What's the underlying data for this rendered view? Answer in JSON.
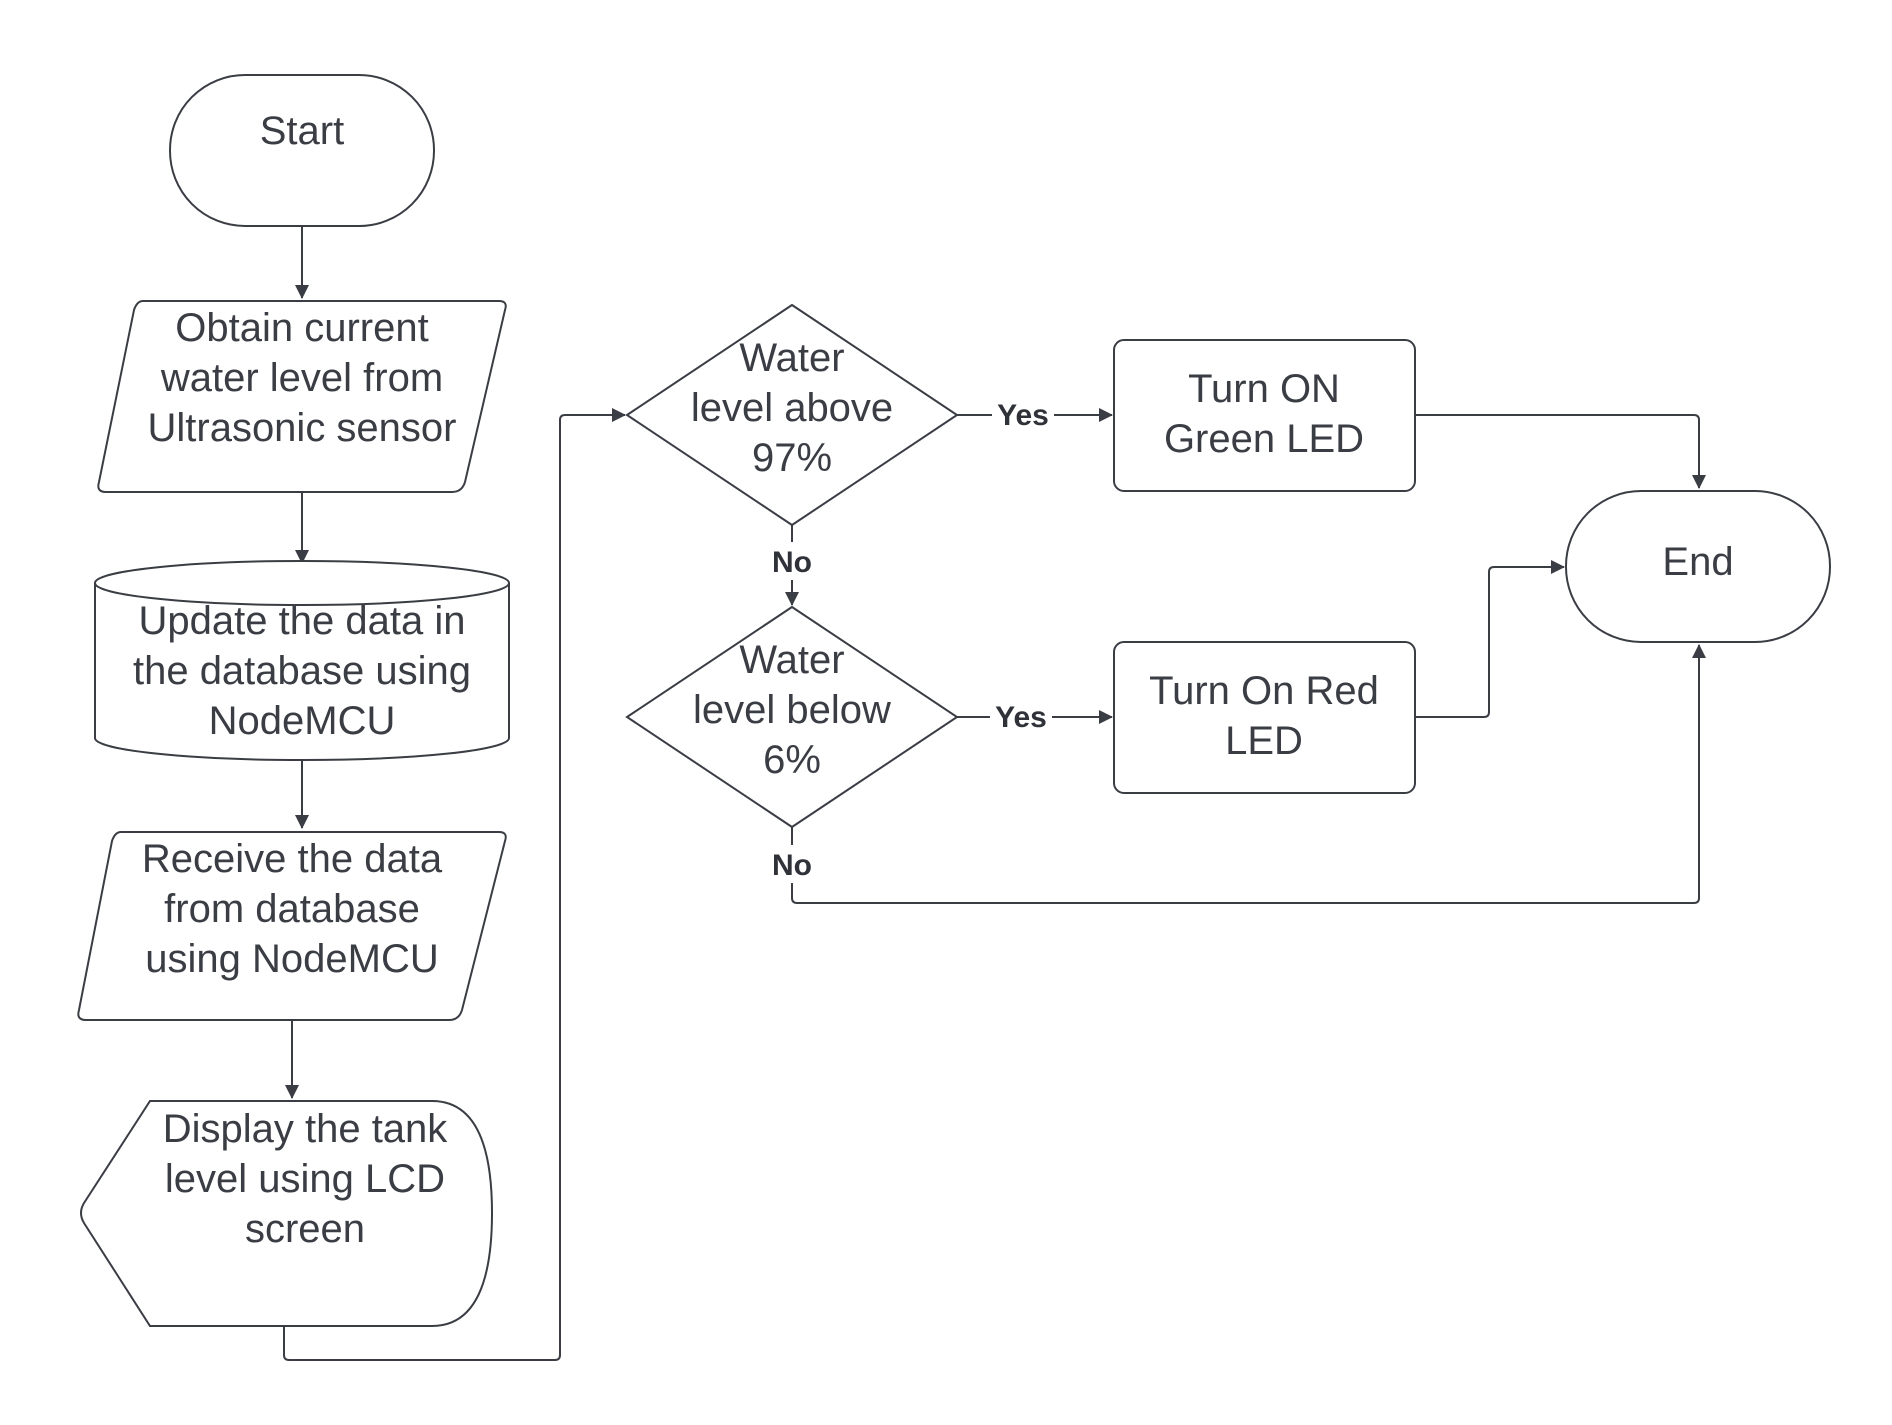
{
  "colors": {
    "stroke": "#3a3d44",
    "text": "#3a3d44",
    "background": "#ffffff"
  },
  "nodes": {
    "start": {
      "lines": [
        "Start"
      ]
    },
    "obtain": {
      "lines": [
        "Obtain current",
        "water level from",
        "Ultrasonic sensor"
      ]
    },
    "update": {
      "lines": [
        "Update the data in",
        "the database using",
        "NodeMCU"
      ]
    },
    "receive": {
      "lines": [
        "Receive the data",
        "from database",
        "using NodeMCU"
      ]
    },
    "display": {
      "lines": [
        "Display the tank",
        "level using LCD",
        "screen"
      ]
    },
    "decision_above": {
      "lines": [
        "Water",
        "level above",
        "97%"
      ]
    },
    "decision_below": {
      "lines": [
        "Water",
        "level below",
        "6%"
      ]
    },
    "green": {
      "lines": [
        "Turn ON",
        "Green LED"
      ]
    },
    "red": {
      "lines": [
        "Turn On Red",
        "LED"
      ]
    },
    "end": {
      "lines": [
        "End"
      ]
    }
  },
  "edge_labels": {
    "yes_above": "Yes",
    "no_above": "No",
    "yes_below": "Yes",
    "no_below": "No"
  }
}
